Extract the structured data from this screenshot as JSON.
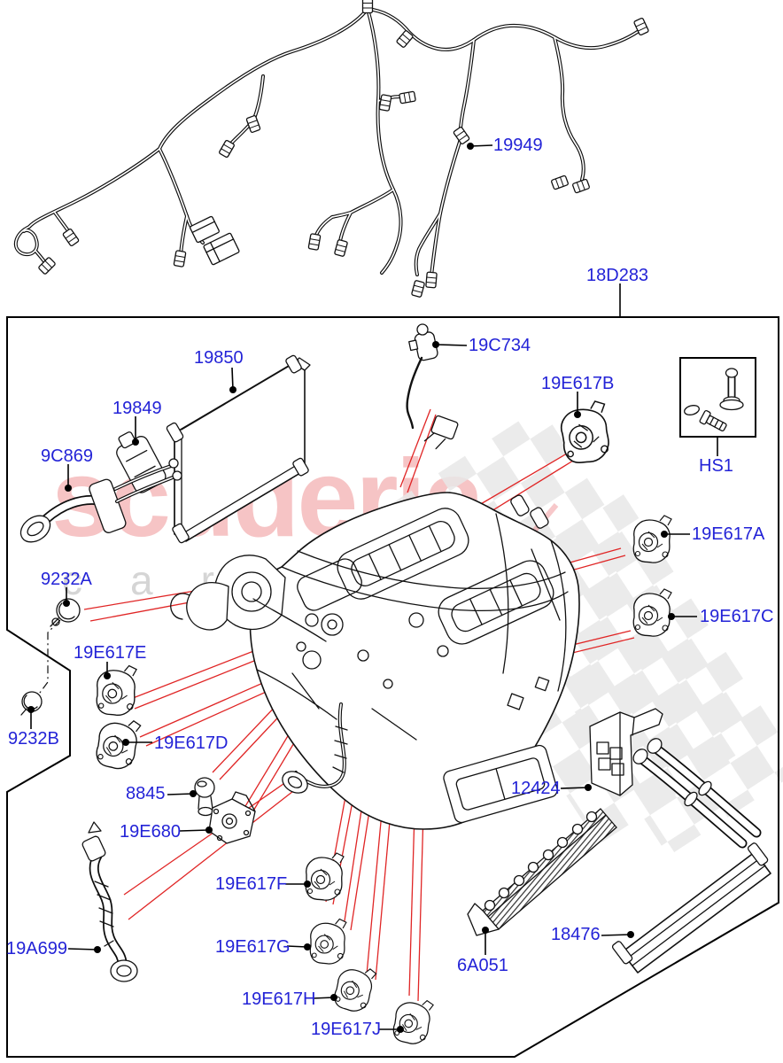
{
  "watermark": {
    "brand": "scuderia",
    "letters": "carparts",
    "brand_color": "#e03a40",
    "flag_color": "#e8e8e8"
  },
  "colors": {
    "label_blue": "#2323d7",
    "locator_red": "#e02525",
    "line_black": "#111111"
  },
  "labels": {
    "19949": "19949",
    "18D283": "18D283",
    "19850": "19850",
    "19C734": "19C734",
    "19E617B": "19E617B",
    "HS1": "HS1",
    "19849": "19849",
    "9C869": "9C869",
    "19E617A": "19E617A",
    "9232A": "9232A",
    "19E617C": "19E617C",
    "19E617E": "19E617E",
    "9232B": "9232B",
    "19E617D": "19E617D",
    "8845": "8845",
    "12424": "12424",
    "19E680": "19E680",
    "19E617F": "19E617F",
    "19A699": "19A699",
    "18476": "18476",
    "19E617G": "19E617G",
    "6A051": "6A051",
    "19E617H": "19E617H",
    "19E617J": "19E617J"
  }
}
